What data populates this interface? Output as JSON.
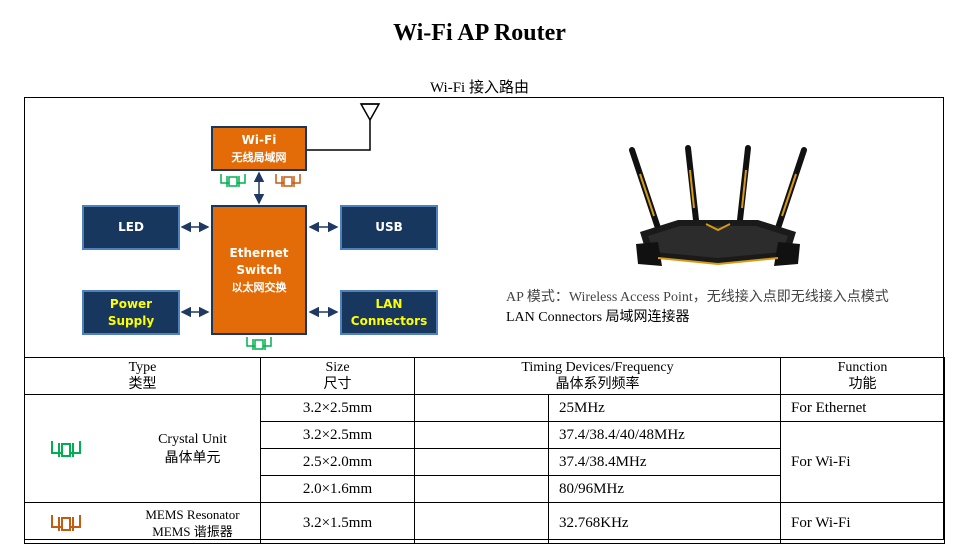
{
  "title": "Wi-Fi AP Router",
  "subtitle": "Wi-Fi 接入路由",
  "blocks": {
    "wifi": [
      "Wi-Fi",
      "无线局域网"
    ],
    "led": "LED",
    "usb": "USB",
    "switch": [
      "Ethernet",
      "Switch",
      "以太网交换"
    ],
    "power": [
      "Power",
      "Supply"
    ],
    "lan": [
      "LAN",
      "Connectors"
    ]
  },
  "notes": {
    "ap": "AP 模式：Wireless Access Point，无线接入点即无线接入点模式",
    "lan": "LAN Connectors 局域网连接器"
  },
  "table": {
    "headers": [
      {
        "en": "Type",
        "zh": "类型"
      },
      {
        "en": "Size",
        "zh": "尺寸"
      },
      {
        "en": "Timing Devices/Frequency",
        "zh": "晶体系列频率"
      },
      {
        "en": "Function",
        "zh": "功能"
      }
    ],
    "crystal": {
      "type_en": "Crystal Unit",
      "type_zh": "晶体单元",
      "rows": [
        {
          "size": "3.2×2.5mm",
          "freq": "25MHz",
          "function": "For Ethernet"
        },
        {
          "size": "3.2×2.5mm",
          "freq": "37.4/38.4/40/48MHz",
          "function": "For Wi-Fi"
        },
        {
          "size": "2.5×2.0mm",
          "freq": "37.4/38.4MHz"
        },
        {
          "size": "2.0×1.6mm",
          "freq": "80/96MHz"
        }
      ]
    },
    "mems": {
      "type_en": "MEMS Resonator",
      "type_zh": "MEMS 谐振器",
      "size": "3.2×1.5mm",
      "freq": "32.768KHz",
      "function": "For Wi-Fi"
    }
  },
  "colors": {
    "block_dark": "#17375e",
    "block_orange": "#e36c09",
    "crystal_icon": "#00b050",
    "mems_icon": "#c55a11",
    "arrow": "#1f3864"
  }
}
